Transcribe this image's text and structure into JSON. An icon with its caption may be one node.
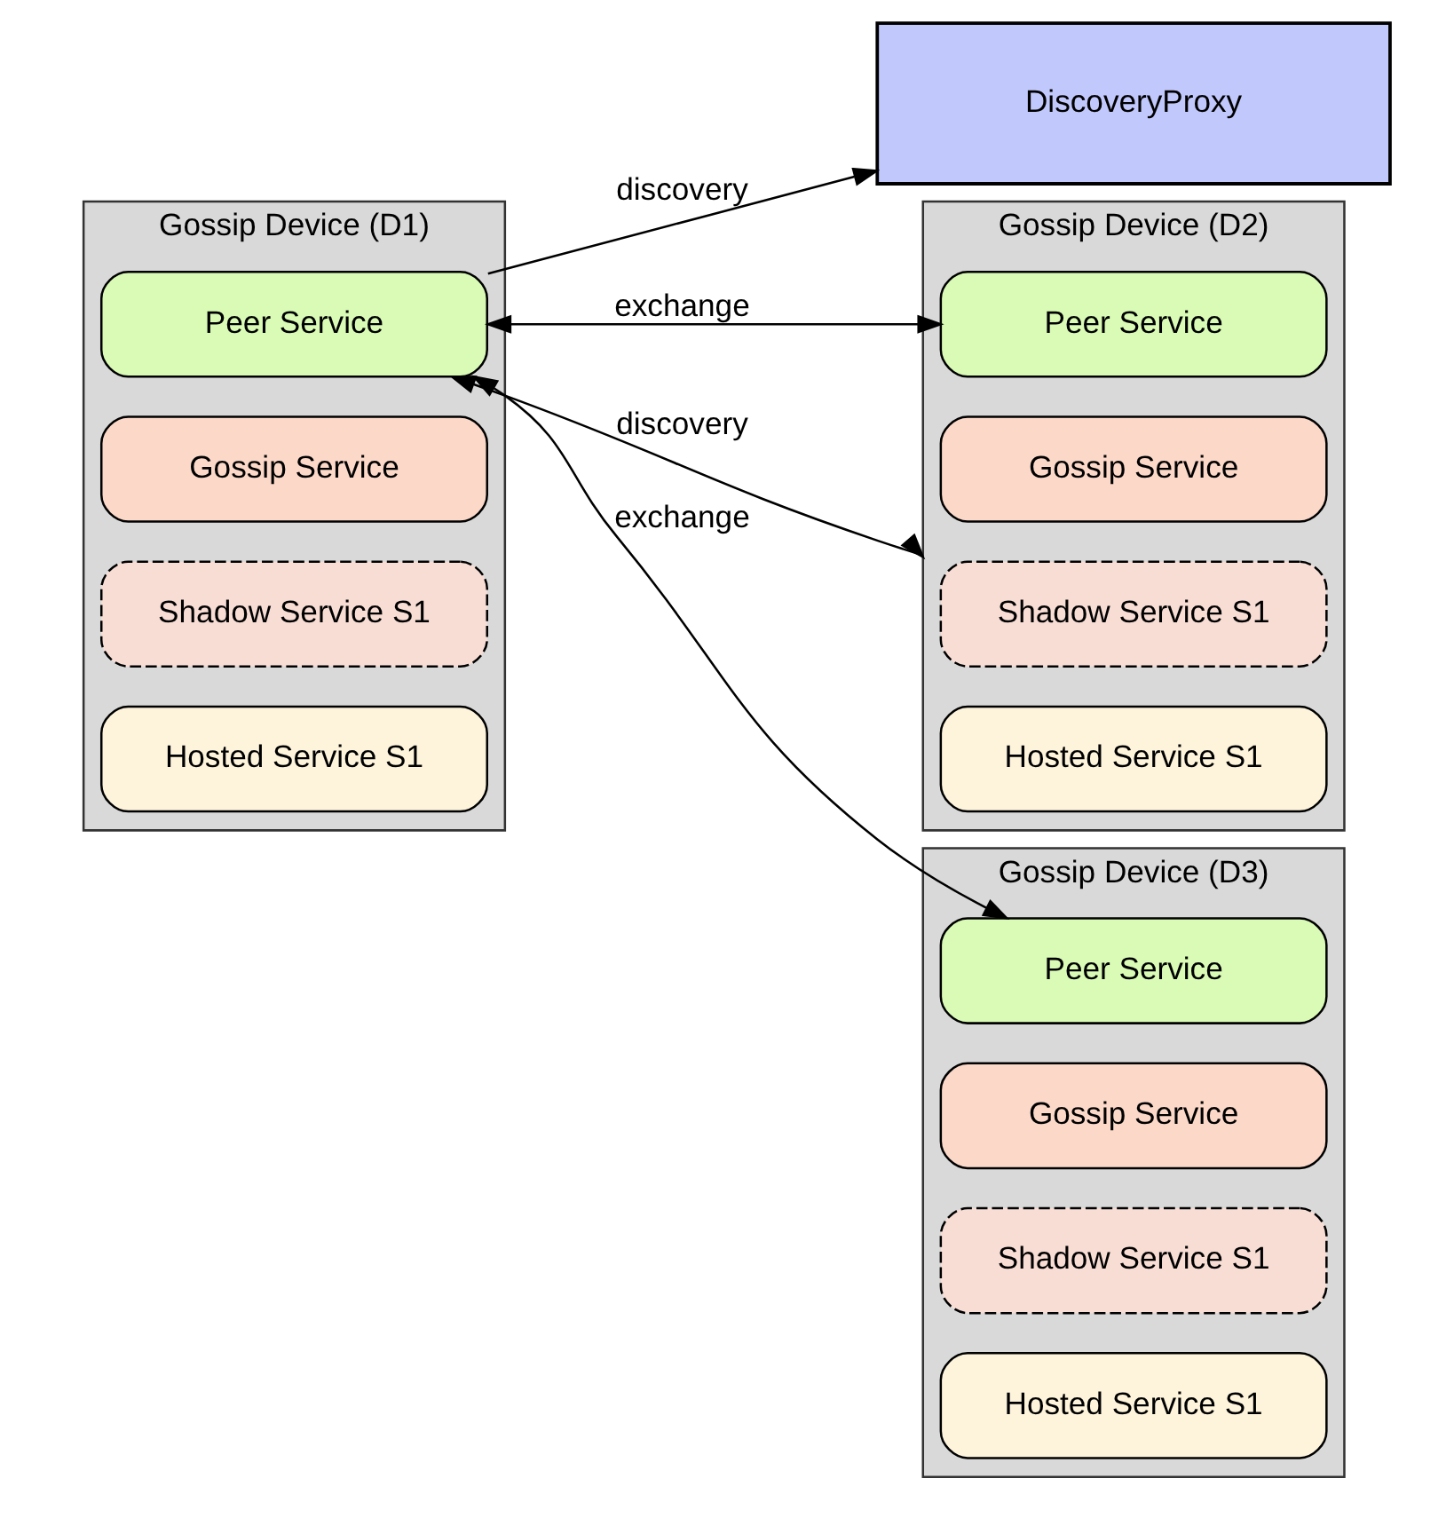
{
  "diagram": {
    "nodes": [
      {
        "text": [
          "DiscoveryProxy"
        ]
      },
      {
        "text": [
          "Gossip Device (D1)"
        ]
      },
      {
        "text": [
          "Peer Service"
        ],
        "in": 1
      },
      {
        "text": [
          "Gossip Service"
        ],
        "in": 1
      },
      {
        "text": [
          "Shadow Service S1"
        ],
        "in": 1
      },
      {
        "text": [
          "Hosted Service S1"
        ],
        "in": 1
      },
      {
        "text": [
          "Gossip Device (D2)"
        ]
      },
      {
        "text": [
          "Peer Service"
        ],
        "in": 6
      },
      {
        "text": [
          "Gossip Service"
        ],
        "in": 6
      },
      {
        "text": [
          "Shadow Service S1"
        ],
        "in": 6
      },
      {
        "text": [
          "Hosted Service S1"
        ],
        "in": 6
      },
      {
        "text": [
          "Gossip Device (D3)"
        ]
      },
      {
        "text": [
          "Peer Service"
        ],
        "in": 11
      },
      {
        "text": [
          "Gossip Service"
        ],
        "in": 11
      },
      {
        "text": [
          "Shadow Service S1"
        ],
        "in": 11
      },
      {
        "text": [
          "Hosted Service S1"
        ],
        "in": 11
      }
    ],
    "edges": [
      {
        "from": 2,
        "to": 0,
        "arrow": "to",
        "label": "discovery"
      },
      {
        "from": 2,
        "to": 7,
        "arrow": "both",
        "label": "exchange"
      },
      {
        "from": 2,
        "to": 6,
        "arrow": "both",
        "label": "discovery"
      },
      {
        "from": 2,
        "to": 12,
        "arrow": "both",
        "label": "exchange"
      }
    ]
  }
}
